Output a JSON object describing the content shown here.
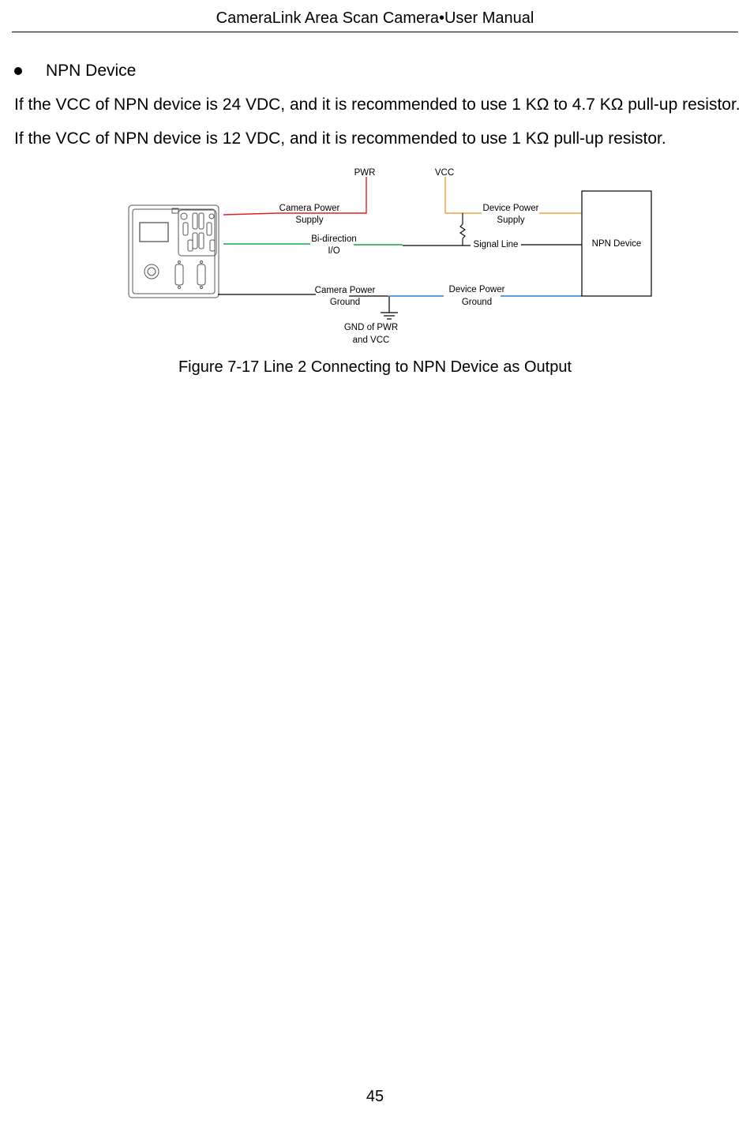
{
  "header": {
    "title": "CameraLink Area Scan Camera•User Manual"
  },
  "section": {
    "heading": "NPN Device"
  },
  "paragraphs": [
    "If the VCC of NPN device is 24 VDC, and it is recommended to use 1 KΩ to 4.7 KΩ pull-up resistor.",
    "If the VCC of NPN device is 12 VDC, and it is recommended to use 1 KΩ pull-up resistor."
  ],
  "diagram": {
    "labels": {
      "pwr": "PWR",
      "vcc": "VCC",
      "camera_power_supply": [
        "Camera Power",
        "Supply"
      ],
      "bi_direction_io": [
        "Bi-direction",
        "I/O"
      ],
      "camera_power_ground": [
        "Camera Power",
        "Ground"
      ],
      "device_power_supply": [
        "Device Power",
        "Supply"
      ],
      "signal_line": "Signal Line",
      "device_power_ground": [
        "Device Power",
        "Ground"
      ],
      "gnd": [
        "GND of PWR",
        "and VCC"
      ],
      "npn_device": "NPN Device"
    },
    "wire_colors": {
      "power": "#e02020",
      "io": "#1fa34a",
      "vcc": "#f0a040",
      "device_ground": "#2a7fd0",
      "ground": "#000000"
    }
  },
  "figure": {
    "caption": "Figure 7-17 Line 2 Connecting to NPN Device as Output"
  },
  "footer": {
    "page_number": "45"
  }
}
